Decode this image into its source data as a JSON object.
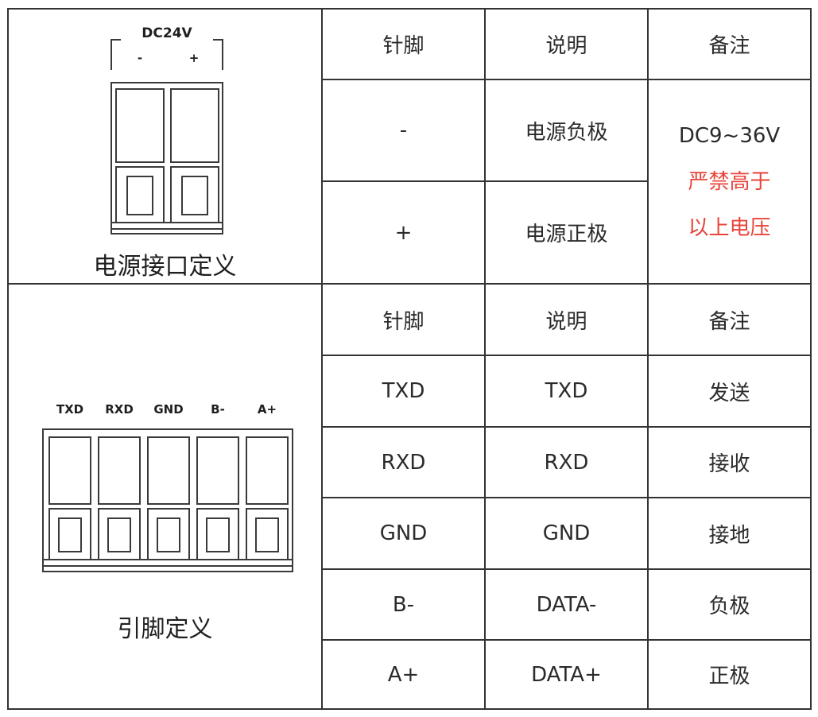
{
  "power_section": {
    "caption": "电源接口定义",
    "connector": {
      "voltage_label": "DC24V",
      "minus_label": "-",
      "plus_label": "+"
    },
    "headers": [
      "针脚",
      "说明",
      "备注"
    ],
    "rows": [
      {
        "pin": "-",
        "description": "电源负极"
      },
      {
        "pin": "+",
        "description": "电源正极"
      }
    ],
    "note": {
      "voltage": "DC9~36V",
      "warning_line1": "严禁高于",
      "warning_line2": "以上电压"
    }
  },
  "signal_section": {
    "caption": "引脚定义",
    "connector": {
      "pin_labels": [
        "TXD",
        "RXD",
        "GND",
        "B-",
        "A+"
      ]
    },
    "headers": [
      "针脚",
      "说明",
      "备注"
    ],
    "rows": [
      {
        "pin": "TXD",
        "description": "TXD",
        "note": "发送"
      },
      {
        "pin": "RXD",
        "description": "RXD",
        "note": "接收"
      },
      {
        "pin": "GND",
        "description": "GND",
        "note": "接地"
      },
      {
        "pin": "B-",
        "description": "DATA-",
        "note": "负极"
      },
      {
        "pin": "A+",
        "description": "DATA+",
        "note": "正极"
      }
    ]
  },
  "colors": {
    "border": "#333333",
    "warning": "#e8443a",
    "text": "#2b2b2b"
  }
}
